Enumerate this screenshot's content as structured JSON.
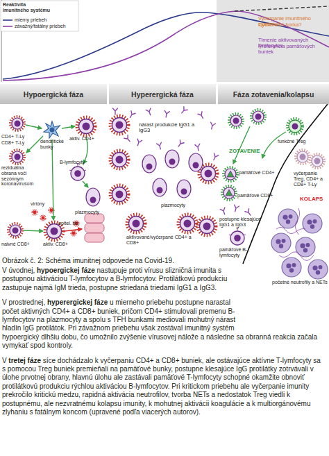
{
  "diagram": {
    "caption": "Obrázok č. 2: Schéma imunitnej odpovede na Covid-19.",
    "nodes": [
      {
        "text": [
          "Hypoergická fáza"
        ]
      },
      {
        "text": [
          "Hyperergická fáza"
        ]
      },
      {
        "text": [
          "Fáza zotavenia/kolapsu"
        ]
      }
    ],
    "labels": [
      "Reaktivita imunitného systému",
      "Vyčerpanie imunitného systému?",
      "Cytokínová búrka?",
      "Tlmenie aktivovaných lymfocytov",
      "Preferencia pamäťových buniek",
      "CD4+ T-Ly",
      "CD8+ T-Ly",
      "dendritické bunky",
      "aktiv. CD4+",
      "B-lymfocyty",
      "reziduálna obrana voči sezónnym koronavírusom",
      "plazmocyty",
      "virióny",
      "epitel. bb.",
      "naivné CD8+",
      "aktiv. CD8+",
      "nárast produkcie IgG1 a IgG3",
      "plazmocyty",
      "aktivované/vyčerpané CD4+ a CD8+",
      "ZOTAVENIE",
      "funkčné Treg",
      "pamäťové CD4+",
      "pamäťové CD8+",
      "vyčerpanie Treg, CD4+ a CD8+ T-Ly",
      "KOLAPS",
      "postupne klesajúce IgG1 a IgG3",
      "pamäťové B-lymfocyty",
      "početné neutrofily a NETs",
      "V úvodnej,",
      "hypoergickej fáze",
      "nastupuje proti vírusu slizničná imunita s postupnou aktiváciou T-lymfocytov a B-lymfocytov. Protilátkovú produkciu zastupuje najmä IgM trieda, postupne striedaná triedami IgG1 a IgG3.",
      "V prostrednej,",
      "hyperergickej fáze",
      "u mierneho priebehu postupne narastal počet aktivných CD4+ a CD8+ buniek, pričom CD4+ stimulovali premenu B-lymfocytov na plazmocyty a spolu s TFH bunkami mediovali mohutný nárast hladín IgG protilátok. Pri závažnom priebehu však zostával imunitný systém hypoergický dlhšiu dobu, čo umožnilo zvýšenie vírusovej nálože a následne sa obranná reakcia začala vymykať spod kontroly.",
      "V",
      "tretej fáze",
      "síce dochádzalo k vyčerpaniu CD4+ a CD8+ buniek, ale ostávajúce aktívne T-lymfocyty sa s pomocou Treg buniek premieňali na pamäťové bunky, postupne klesajúce IgG protilátky zotrvávali v úlohe prvotnej obrany, hlavnú úlohu ale zastávali pamäťové T-lymfocyty schopné okamžite obnoviť protilátkovú produkciu rýchlou aktiváciou B-lymfocytov. Pri kritickom priebehu ale vyčerpanie imunity prekročilo kritickú medzu, rapidná aktivácia neutrofilov, tvorba NETs a nedostatok Treg viedli k postupnému, ale nezvratnému kolapsu imunity, k mohutnej aktivácii koagulácie a k multiorgánovému zlyhaniu s fatálnym koncom (upravené podľa viacerých autorov)."
    ],
    "legend": [
      {
        "text": "mierny priebeh"
      },
      {
        "text": "závažný/fatálny priebeh"
      }
    ]
  }
}
